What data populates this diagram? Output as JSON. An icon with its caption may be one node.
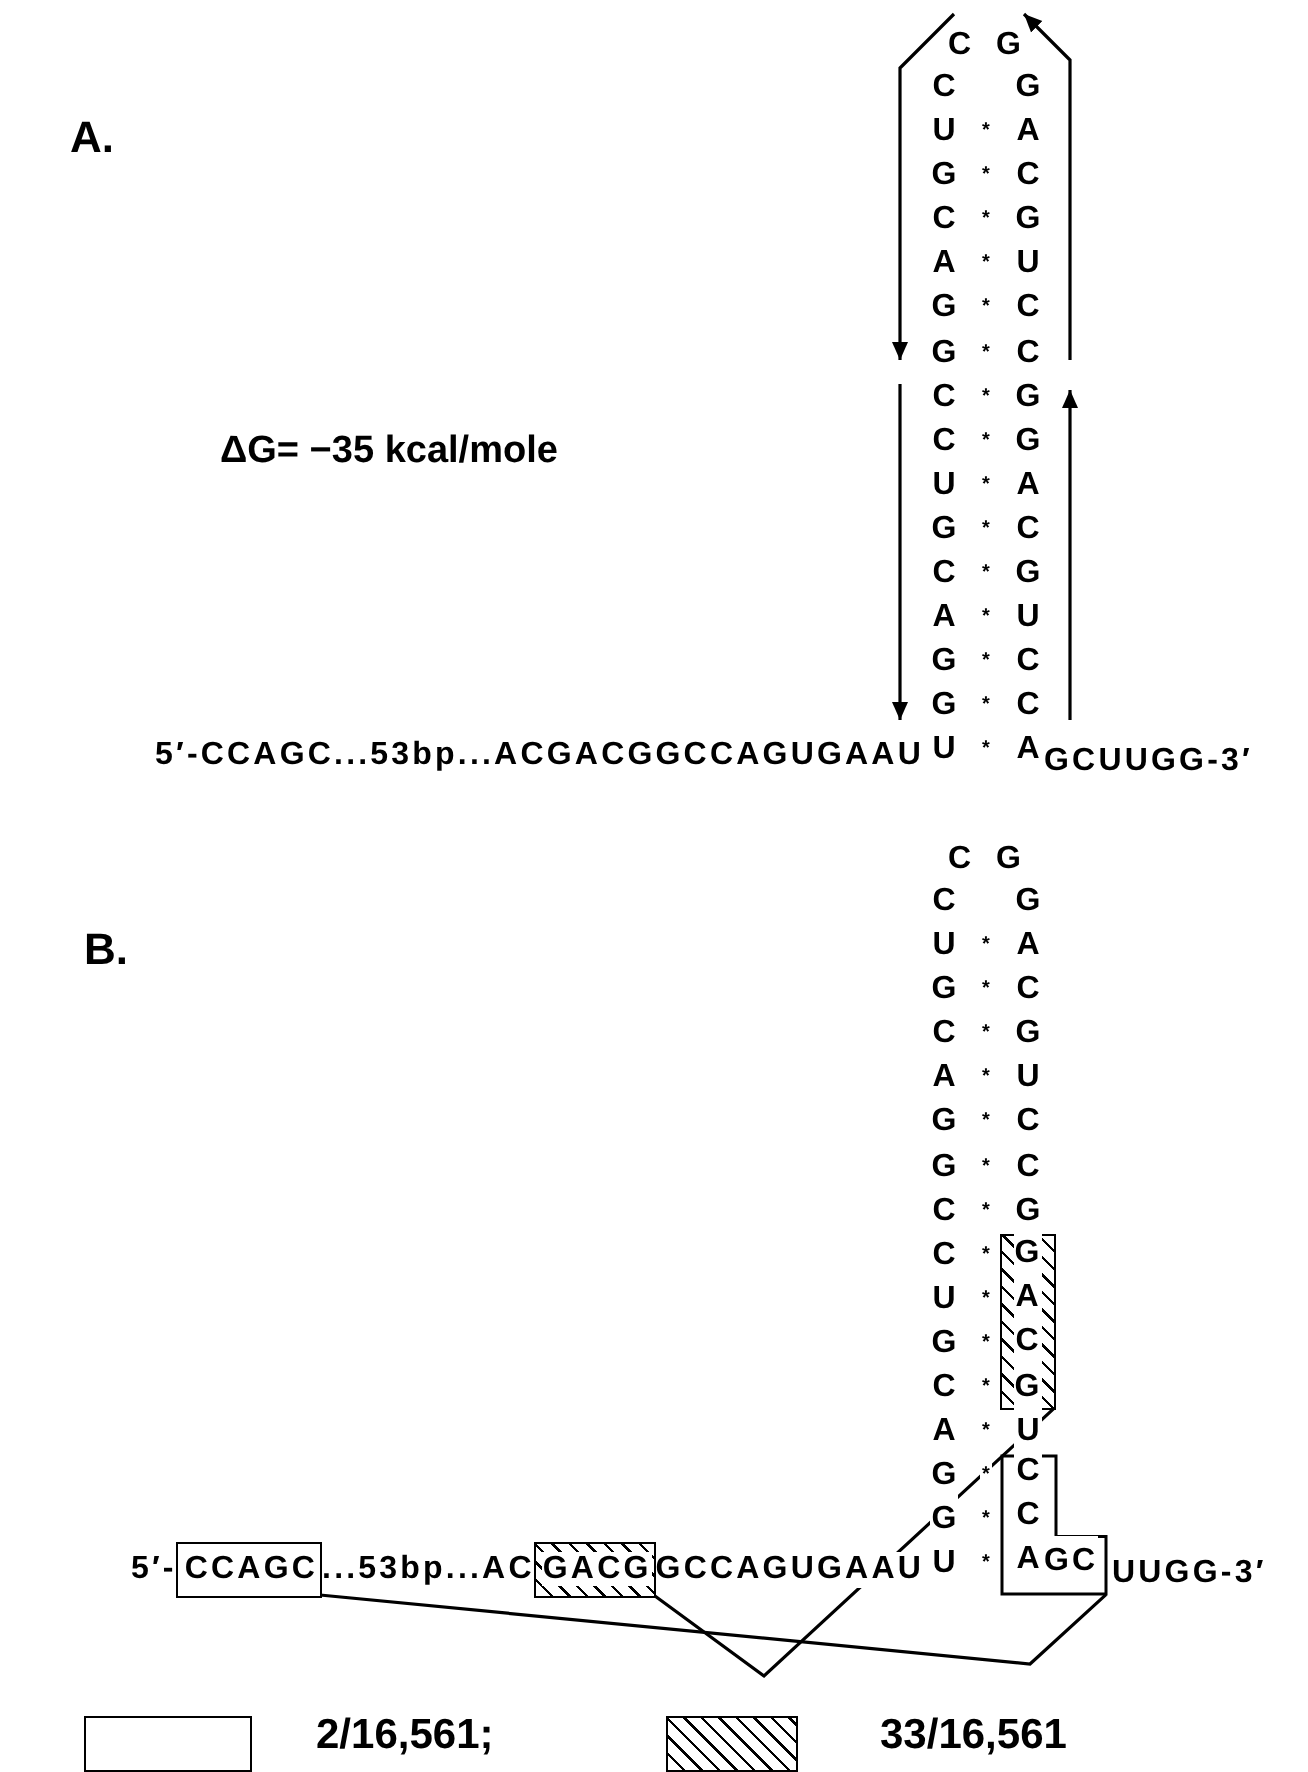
{
  "diagram": {
    "nodes": [
      {
        "text": [
          "CCAGC"
        ]
      },
      {
        "text": [
          "GACG"
        ]
      },
      {
        "text": [
          "GACG"
        ]
      },
      {
        "text": [
          "CCA",
          "GC"
        ]
      }
    ],
    "edges": [
      {
        "from": 0,
        "to": 3,
        "arrow": "none"
      },
      {
        "from": 1,
        "to": 2,
        "arrow": "none"
      }
    ],
    "labels": [
      "A.",
      "C G",
      "CUGCAGGCCUGCAGGU",
      "***************",
      "GACGUCCGGACGUCCA",
      "ΔG= −35 kcal/mole",
      "5′-CCAGC...53bp...ACGACGGCCAGUGAAU",
      "GCUUGG-3′",
      "B.",
      "C G",
      "CUGCAGGCCUGCAGGU",
      "***************",
      "GACGUCCG",
      "U",
      "5′-",
      "...53bp...AC",
      "GCCAGUGAAU",
      "UUGG-3′"
    ],
    "legend": [
      {
        "text": "2/16,561;"
      },
      {
        "text": "33/16,561"
      }
    ]
  }
}
